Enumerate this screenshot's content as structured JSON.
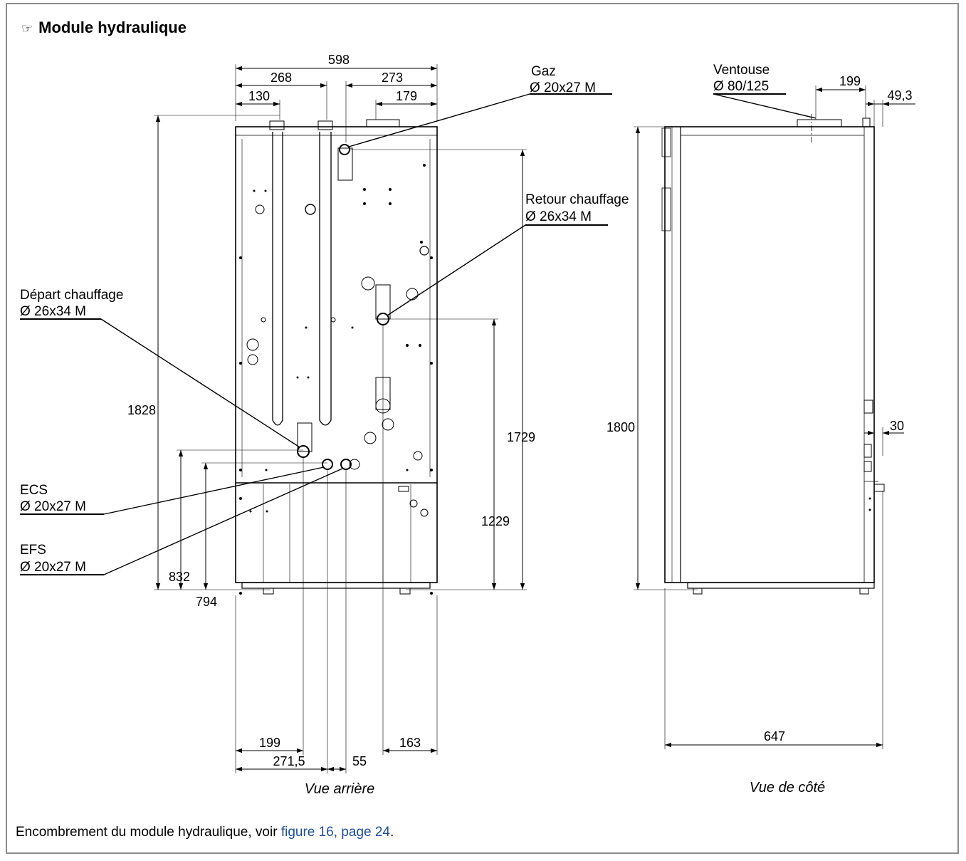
{
  "heading": {
    "icon": "pointing-hand-icon",
    "icon_glyph": "☞",
    "title": "Module hydraulique"
  },
  "rear_view": {
    "title": "Vue arrière",
    "dims_top": [
      "598",
      "268",
      "273",
      "130",
      "179"
    ],
    "dims_left": [
      "1828",
      "832",
      "794"
    ],
    "dims_right": [
      "1729",
      "1229"
    ],
    "dims_bottom": [
      "199",
      "271,5",
      "55",
      "163"
    ]
  },
  "side_view": {
    "title": "Vue de côté",
    "dims": [
      "199",
      "49,3",
      "1800",
      "30",
      "647"
    ]
  },
  "connections": {
    "gaz": {
      "name": "Gaz",
      "spec": "Ø 20x27 M"
    },
    "retour": {
      "name": "Retour chauffage",
      "spec": "Ø 26x34 M"
    },
    "depart": {
      "name": "Départ chauffage",
      "spec": "Ø 26x34 M"
    },
    "ecs": {
      "name": "ECS",
      "spec": "Ø 20x27 M"
    },
    "efs": {
      "name": "EFS",
      "spec": "Ø 20x27 M"
    },
    "ventouse": {
      "name": "Ventouse",
      "spec": "Ø 80/125"
    }
  },
  "caption": {
    "text": "Encombrement du module hydraulique, voir ",
    "link": "figure 16, page 24",
    "end": "."
  },
  "colors": {
    "link": "#1f4e9c",
    "frame": "#8c8c8c"
  }
}
